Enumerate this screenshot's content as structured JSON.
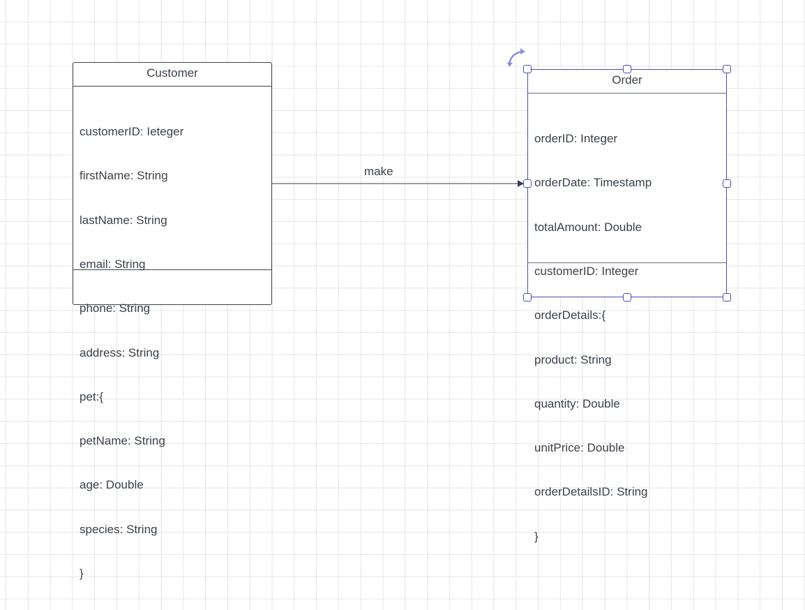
{
  "diagram": {
    "classes": [
      {
        "id": "customer",
        "name": "Customer",
        "attributes": [
          "customerID: Ieteger",
          "firstName: String",
          "lastName: String",
          "email: String",
          "phone: String",
          "address: String",
          "pet:{",
          "petName: String",
          "age: Double",
          "species: String",
          "}"
        ]
      },
      {
        "id": "order",
        "name": "Order",
        "attributes": [
          "orderID: Integer",
          "orderDate: Timestamp",
          "totalAmount: Double",
          "customerID: Integer",
          "orderDetails:{",
          "product: String",
          "quantity: Double",
          "unitPrice: Double",
          "orderDetailsID: String",
          "}"
        ]
      }
    ],
    "relationship": {
      "label": "make",
      "from": "Customer",
      "to": "Order"
    },
    "selection_color": "#4a4fb0",
    "line_color": "#3a414a"
  }
}
